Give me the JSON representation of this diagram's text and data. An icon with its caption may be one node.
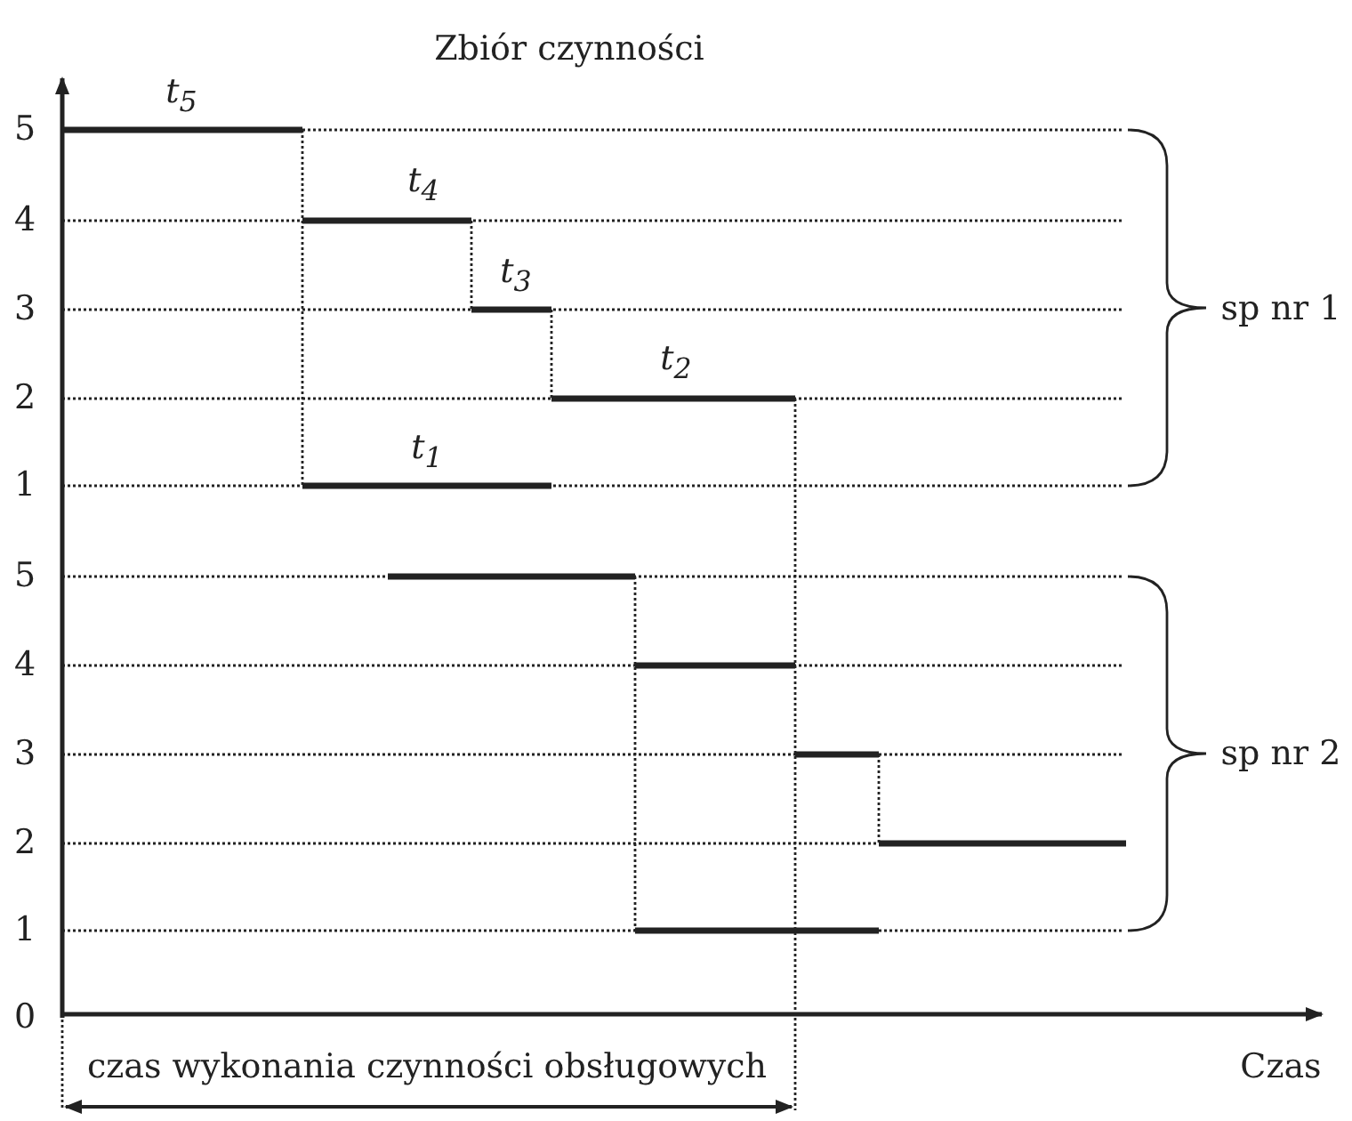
{
  "diagram": {
    "labels": [
      "Zbiór czynności",
      "t$_{5}$",
      "5",
      "t$_{4}$",
      "4",
      "t$_{3}$",
      "3",
      "t$_{2}$",
      "2",
      "sp nr 1",
      "t$_{1}$",
      "1",
      "5",
      "4",
      "3",
      "sp nr 2",
      "2",
      "1",
      "0",
      "czas wykonania czynności obsługowych",
      "Czas"
    ]
  }
}
